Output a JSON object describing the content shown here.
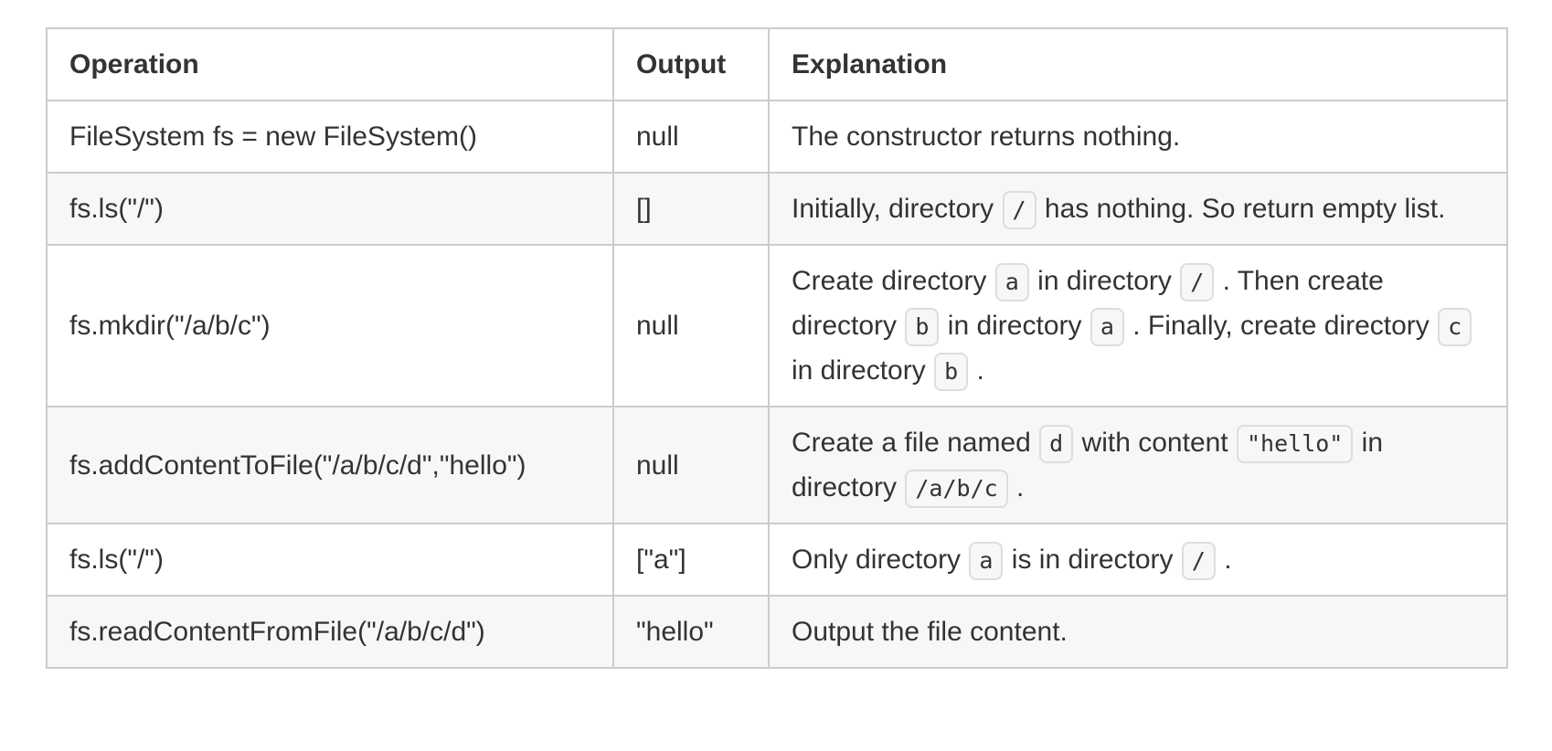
{
  "colors": {
    "border": "#cccccc",
    "alt_row_bg": "#f7f7f7",
    "text": "#333333",
    "code_bg": "#f7f7f7",
    "code_border": "#dddddd",
    "page_bg": "#ffffff"
  },
  "table": {
    "headers": {
      "operation": "Operation",
      "output": "Output",
      "explanation": "Explanation"
    },
    "rows": [
      {
        "operation": "FileSystem fs = new FileSystem()",
        "output": "null",
        "explanation": [
          {
            "t": "text",
            "v": "The constructor returns nothing."
          }
        ]
      },
      {
        "operation": "fs.ls(\"/\")",
        "output": "[]",
        "explanation": [
          {
            "t": "text",
            "v": "Initially, directory "
          },
          {
            "t": "code",
            "v": "/"
          },
          {
            "t": "text",
            "v": " has nothing. So return empty list."
          }
        ]
      },
      {
        "operation": "fs.mkdir(\"/a/b/c\")",
        "output": "null",
        "explanation": [
          {
            "t": "text",
            "v": "Create directory "
          },
          {
            "t": "code",
            "v": "a"
          },
          {
            "t": "text",
            "v": " in directory "
          },
          {
            "t": "code",
            "v": "/"
          },
          {
            "t": "text",
            "v": " . Then create directory "
          },
          {
            "t": "code",
            "v": "b"
          },
          {
            "t": "text",
            "v": " in directory "
          },
          {
            "t": "code",
            "v": "a"
          },
          {
            "t": "text",
            "v": " . Finally, create directory "
          },
          {
            "t": "code",
            "v": "c"
          },
          {
            "t": "text",
            "v": " in directory "
          },
          {
            "t": "code",
            "v": "b"
          },
          {
            "t": "text",
            "v": " ."
          }
        ]
      },
      {
        "operation": "fs.addContentToFile(\"/a/b/c/d\",\"hello\")",
        "output": "null",
        "explanation": [
          {
            "t": "text",
            "v": "Create a file named "
          },
          {
            "t": "code",
            "v": "d"
          },
          {
            "t": "text",
            "v": " with content "
          },
          {
            "t": "code",
            "v": "\"hello\""
          },
          {
            "t": "text",
            "v": " in directory "
          },
          {
            "t": "code",
            "v": "/a/b/c"
          },
          {
            "t": "text",
            "v": " ."
          }
        ]
      },
      {
        "operation": "fs.ls(\"/\")",
        "output": "[\"a\"]",
        "explanation": [
          {
            "t": "text",
            "v": "Only directory "
          },
          {
            "t": "code",
            "v": "a"
          },
          {
            "t": "text",
            "v": " is in directory "
          },
          {
            "t": "code",
            "v": "/"
          },
          {
            "t": "text",
            "v": " ."
          }
        ]
      },
      {
        "operation": "fs.readContentFromFile(\"/a/b/c/d\")",
        "output": "\"hello\"",
        "explanation": [
          {
            "t": "text",
            "v": "Output the file content."
          }
        ]
      }
    ]
  }
}
